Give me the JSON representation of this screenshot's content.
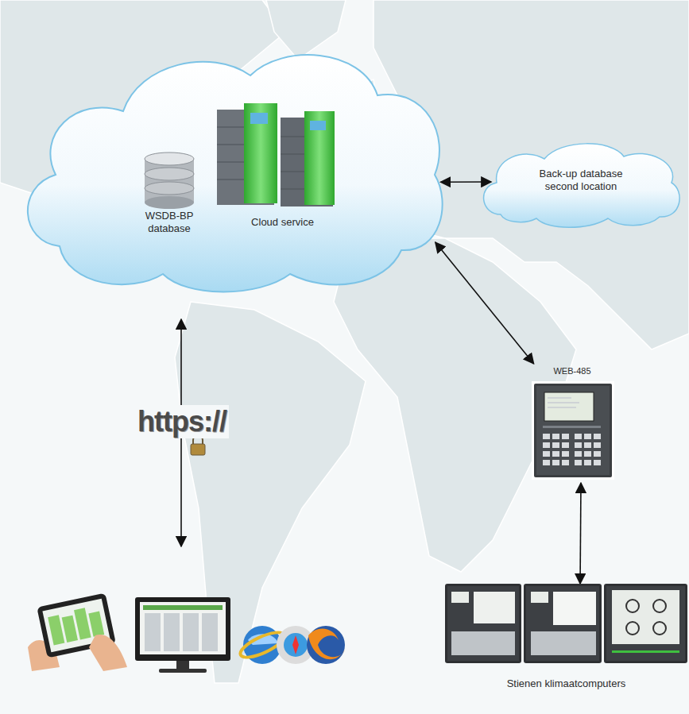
{
  "diagram": {
    "nodes": [
      {
        "text": [
          "WSDB-BP database",
          "Cloud service"
        ]
      },
      {
        "text": [
          "Back-up database second location"
        ]
      },
      {
        "text": [
          "WEB-485"
        ]
      },
      {
        "text": [
          "Stienen klimaatcomputers"
        ]
      }
    ],
    "edges": [
      {
        "from": 0,
        "to": 1,
        "arrow": "both"
      },
      {
        "from": 0,
        "to": 2,
        "arrow": "both"
      },
      {
        "from": 2,
        "to": 3,
        "arrow": "both"
      }
    ],
    "labels": [
      "https://"
    ]
  }
}
